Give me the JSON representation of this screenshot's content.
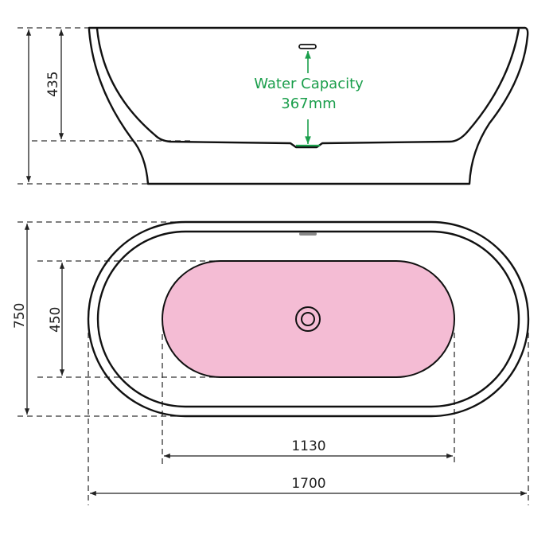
{
  "colors": {
    "outline": "#111111",
    "basin_fill": "#f4bcd4",
    "annotation_green": "#1a9e4b",
    "background": "#ffffff"
  },
  "side_view": {
    "total_height_label": "",
    "depth_label": "435",
    "water_capacity": {
      "title": "Water Capacity",
      "value": "367mm"
    }
  },
  "top_view": {
    "width_label": "750",
    "basin_width_label": "450",
    "basin_length_label": "1130",
    "total_length_label": "1700"
  },
  "icons": {
    "overflow": "overflow-slot-icon",
    "drain": "drain-waste-icon"
  }
}
